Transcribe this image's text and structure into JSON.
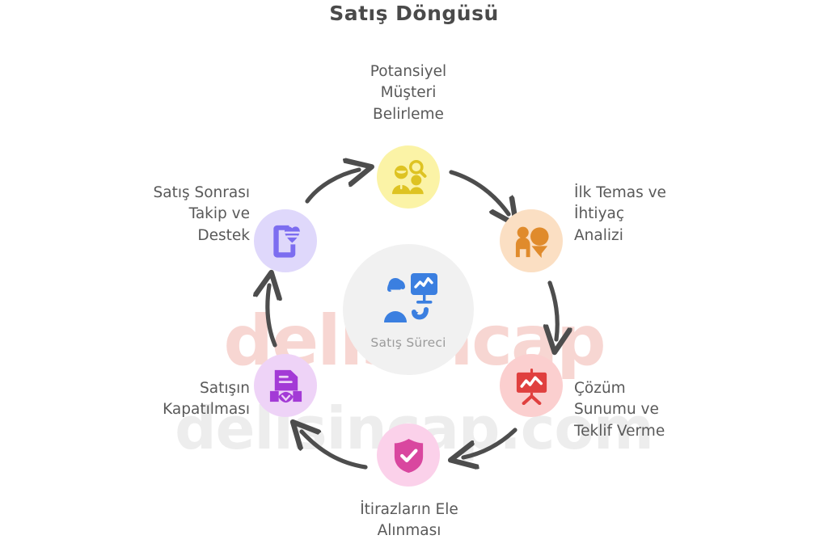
{
  "title": "Satış Döngüsü",
  "watermarks": {
    "primary": "delisincap",
    "secondary": "delisincap.com"
  },
  "hub": {
    "label": "Satış Süreci",
    "icon": "sales-process-icon",
    "icon_color": "#3b7fe0",
    "background": "#f1f1f1"
  },
  "colors": {
    "arrow": "#4d4d4d",
    "label_text": "#595959",
    "title_text": "#4a4a4a",
    "hub_text": "#9b9b9b"
  },
  "nodes": [
    {
      "id": 1,
      "label": "Potansiyel\nMüşteri\nBelirleme",
      "icon": "people-search-icon",
      "circle_color": "#fbf3a6",
      "icon_color": "#dec322"
    },
    {
      "id": 2,
      "label": "İlk Temas ve\nİhtiyaç\nAnalizi",
      "icon": "person-funnel-icon",
      "circle_color": "#fbdfc3",
      "icon_color": "#e08b2c"
    },
    {
      "id": 3,
      "label": "Çözüm\nSunumu ve\nTeklif Verme",
      "icon": "presentation-chart-icon",
      "circle_color": "#fbcfcf",
      "icon_color": "#e0403f"
    },
    {
      "id": 4,
      "label": "İtirazların Ele\nAlınması",
      "icon": "shield-check-icon",
      "circle_color": "#fbd1ea",
      "icon_color": "#d9479f"
    },
    {
      "id": 5,
      "label": "Satışın\nKapatılması",
      "icon": "document-handshake-icon",
      "circle_color": "#eed3f7",
      "icon_color": "#a33ad6"
    },
    {
      "id": 6,
      "label": "Satış Sonrası\nTakip ve\nDestek",
      "icon": "phone-heart-icon",
      "circle_color": "#dfd8fb",
      "icon_color": "#7c6df0"
    }
  ]
}
